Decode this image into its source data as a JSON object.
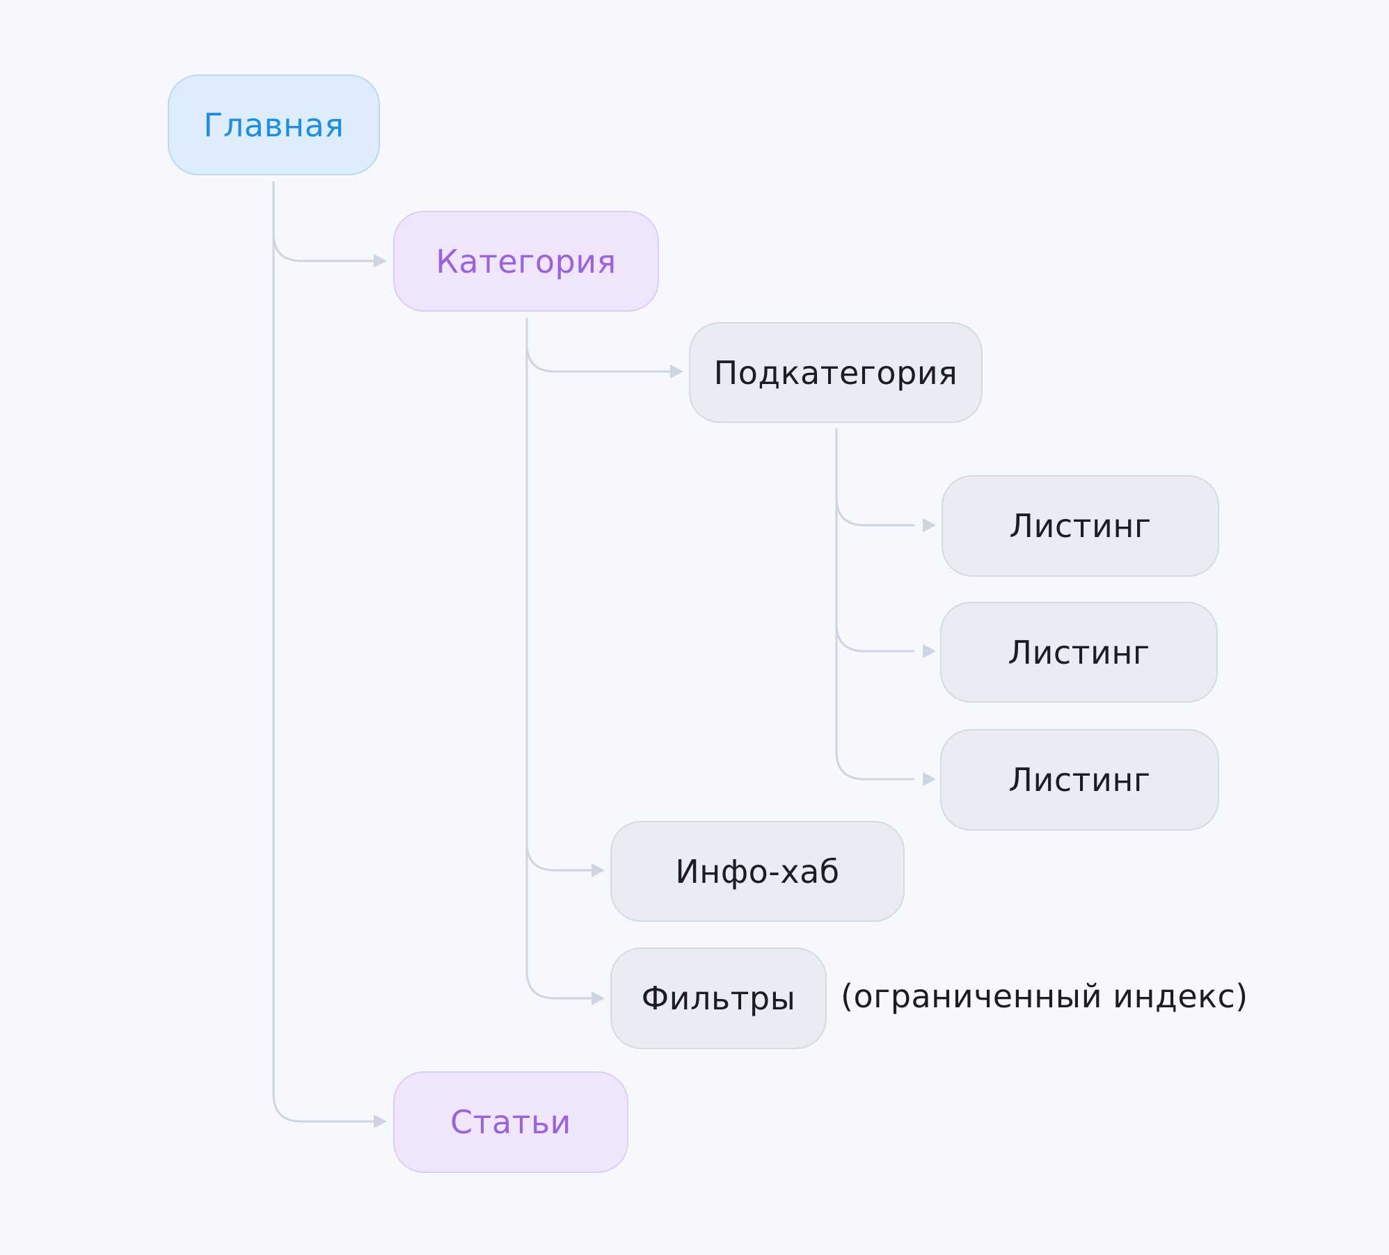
{
  "diagram": {
    "nodes": {
      "home": "Главная",
      "category": "Категория",
      "subcategory": "Подкатегория",
      "listing_1": "Листинг",
      "listing_2": "Листинг",
      "listing_3": "Листинг",
      "info_hub": "Инфо-хаб",
      "filters": "Фильтры",
      "articles": "Статьи"
    },
    "filters_note": "(ограниченный индекс)",
    "edges": [
      [
        "home",
        "category"
      ],
      [
        "home",
        "articles"
      ],
      [
        "category",
        "subcategory"
      ],
      [
        "category",
        "info_hub"
      ],
      [
        "category",
        "filters"
      ],
      [
        "subcategory",
        "listing_1"
      ],
      [
        "subcategory",
        "listing_2"
      ],
      [
        "subcategory",
        "listing_3"
      ]
    ],
    "colors": {
      "background": "#f7f8fc",
      "home_fill": "#deedfc",
      "home_text": "#1f8de3",
      "section_fill": "#efe6fb",
      "section_text": "#9a62dd",
      "page_fill": "#eaecf3",
      "page_text": "#1c1c22",
      "connector": "#cdd5e3"
    }
  }
}
